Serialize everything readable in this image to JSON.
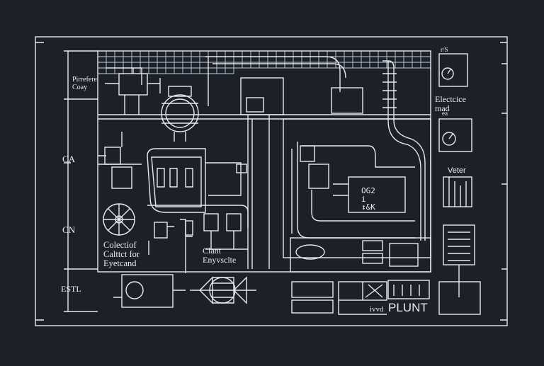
{
  "colors": {
    "background": "#1b2029",
    "line": "#e6eaf0",
    "grid": "#c9d0da"
  },
  "labels": {
    "top_left": "Pirrefere\nCoay",
    "ca": "CA",
    "cn": "CN",
    "estl": "ESTL",
    "collector": "Colectiof\nCalttct for\nEyetcand",
    "clant": "Clant\nEnyvsclte",
    "readout": "OG2\ni\n↕&K",
    "electrice": "Electcice\nmad",
    "e_small": "ea",
    "veter": "Veter",
    "top_right_small": "r/S",
    "plunt": "PLUNT",
    "plunt_prefix": "ivvd"
  },
  "icons": [
    "fan-icon",
    "motor-icon",
    "turbine-icon",
    "gauge-icon",
    "valve-icon",
    "meter-icon"
  ]
}
